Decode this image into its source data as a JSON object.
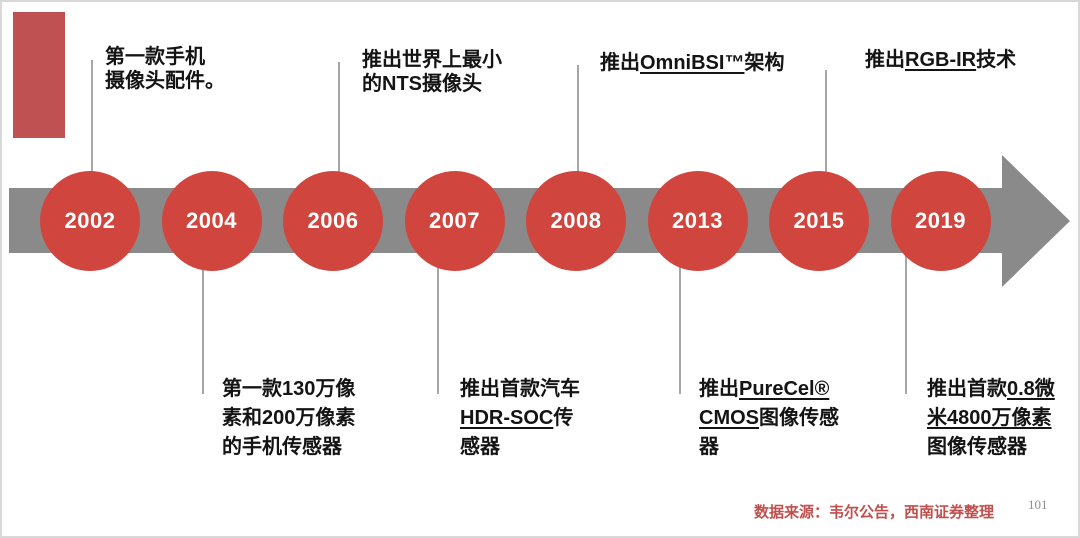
{
  "slide": {
    "accent_color": "#c05152",
    "timeline_color": "#8a8a8a",
    "circle_color": "#d0463f",
    "connector_color": "#a6a6a6",
    "source_color": "#c0504d"
  },
  "timeline": {
    "milestones": [
      {
        "year": "2002",
        "side": "above",
        "lines": [
          [
            {
              "text": "第一款手机",
              "underline": false
            }
          ],
          [
            {
              "text": "摄像头配件。",
              "underline": false
            }
          ]
        ]
      },
      {
        "year": "2004",
        "side": "below",
        "lines": [
          [
            {
              "text": "第一款130万像",
              "underline": false
            }
          ],
          [
            {
              "text": "素和200万像素",
              "underline": false
            }
          ],
          [
            {
              "text": "的手机传感器",
              "underline": false
            }
          ]
        ]
      },
      {
        "year": "2006",
        "side": "above",
        "lines": [
          [
            {
              "text": "推出世界上最小",
              "underline": false
            }
          ],
          [
            {
              "text": "的NTS摄像头",
              "underline": false
            }
          ]
        ]
      },
      {
        "year": "2007",
        "side": "below",
        "lines": [
          [
            {
              "text": "推出首款汽车",
              "underline": false
            }
          ],
          [
            {
              "text": "HDR-SOC",
              "underline": true
            },
            {
              "text": "传",
              "underline": false
            }
          ],
          [
            {
              "text": "感器",
              "underline": false
            }
          ]
        ]
      },
      {
        "year": "2008",
        "side": "above",
        "lines": [
          [
            {
              "text": "推出",
              "underline": false
            },
            {
              "text": "OmniBSI™",
              "underline": true
            },
            {
              "text": "架构",
              "underline": false
            }
          ]
        ]
      },
      {
        "year": "2013",
        "side": "below",
        "lines": [
          [
            {
              "text": "推出",
              "underline": false
            },
            {
              "text": "PureCel®",
              "underline": true
            }
          ],
          [
            {
              "text": "CMOS",
              "underline": true
            },
            {
              "text": "图像传感",
              "underline": false
            }
          ],
          [
            {
              "text": "器",
              "underline": false
            }
          ]
        ]
      },
      {
        "year": "2015",
        "side": "above",
        "lines": [
          [
            {
              "text": "推出",
              "underline": false
            },
            {
              "text": "RGB-IR",
              "underline": true
            },
            {
              "text": "技术",
              "underline": false
            }
          ]
        ]
      },
      {
        "year": "2019",
        "side": "below",
        "lines": [
          [
            {
              "text": "推出首款",
              "underline": false
            },
            {
              "text": "0.8微",
              "underline": true
            }
          ],
          [
            {
              "text": "米4800万像素",
              "underline": true
            }
          ],
          [
            {
              "text": "图像传感器",
              "underline": false
            }
          ]
        ]
      }
    ]
  },
  "footer": {
    "source": "数据来源：韦尔公告，西南证券整理",
    "page_number": "101"
  }
}
